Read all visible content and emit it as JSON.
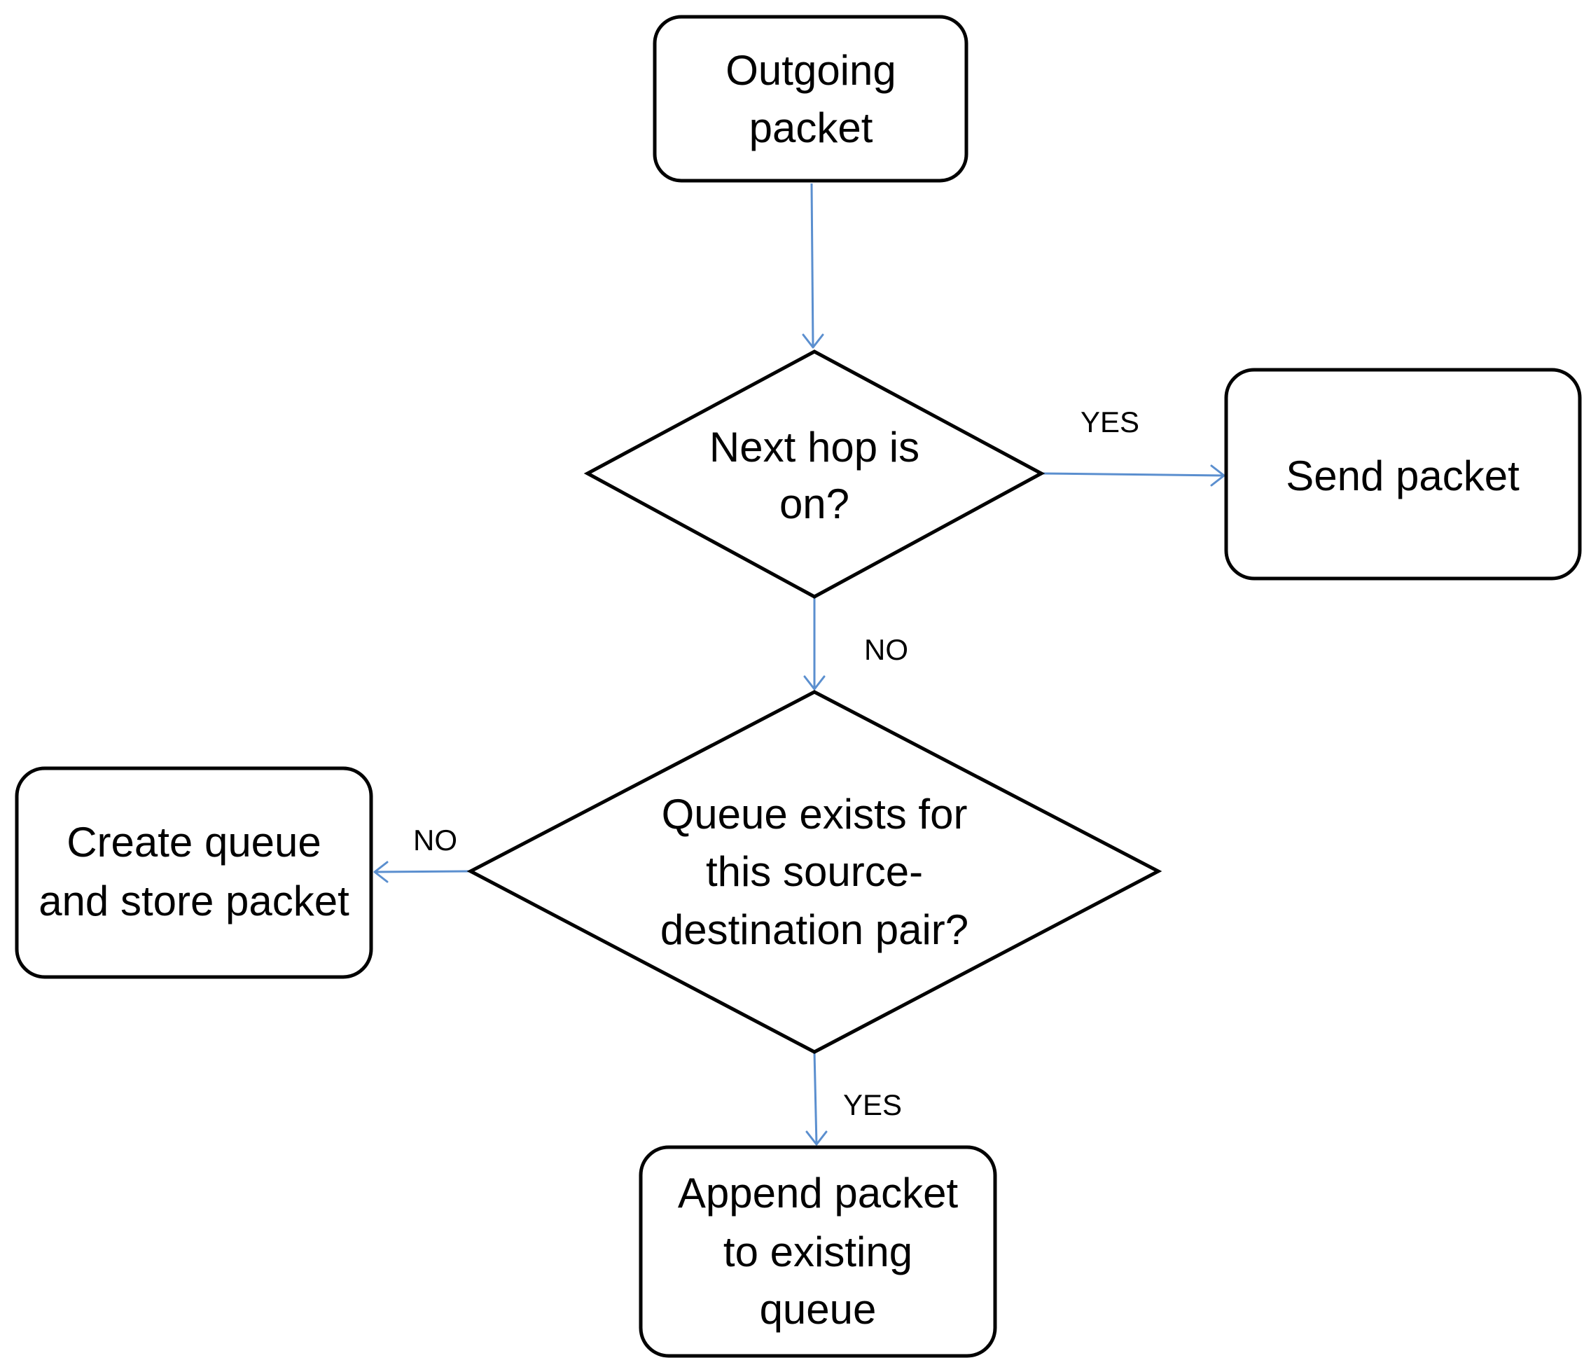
{
  "colors": {
    "edge": "#5b8fcf",
    "shape_stroke": "#000000",
    "background": "#ffffff",
    "text": "#000000"
  },
  "nodes": {
    "outgoing_packet": {
      "shape": "rounded-rectangle",
      "lines": [
        "Outgoing",
        "packet"
      ]
    },
    "next_hop_on": {
      "shape": "diamond",
      "lines": [
        "Next hop is",
        "on?"
      ]
    },
    "send_packet": {
      "shape": "rounded-rectangle",
      "lines": [
        "Send packet"
      ]
    },
    "queue_exists": {
      "shape": "diamond",
      "lines": [
        "Queue exists for",
        "this source-",
        "destination pair?"
      ]
    },
    "create_queue": {
      "shape": "rounded-rectangle",
      "lines": [
        "Create queue",
        "and store packet"
      ]
    },
    "append_packet": {
      "shape": "rounded-rectangle",
      "lines": [
        "Append packet",
        "to existing",
        "queue"
      ]
    }
  },
  "edges": [
    {
      "from": "outgoing_packet",
      "to": "next_hop_on",
      "label": ""
    },
    {
      "from": "next_hop_on",
      "to": "send_packet",
      "label": "YES"
    },
    {
      "from": "next_hop_on",
      "to": "queue_exists",
      "label": "NO"
    },
    {
      "from": "queue_exists",
      "to": "create_queue",
      "label": "NO"
    },
    {
      "from": "queue_exists",
      "to": "append_packet",
      "label": "YES"
    }
  ]
}
